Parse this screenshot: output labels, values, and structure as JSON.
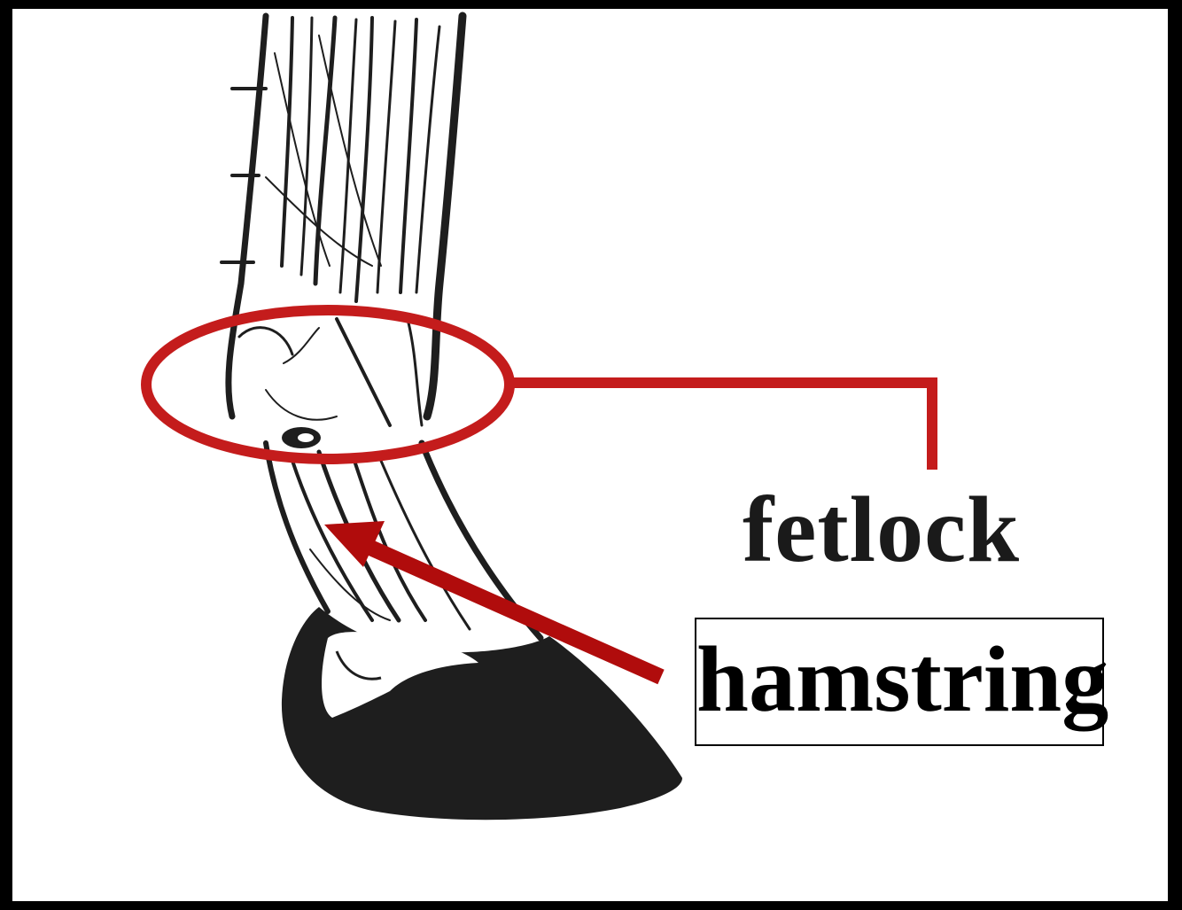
{
  "labels": {
    "fetlock": "fetlock",
    "hamstring": "hamstring"
  },
  "colors": {
    "highlight": "#c41c1c",
    "arrow": "#b00c0c",
    "ink": "#1e1e1e",
    "frame": "#000000"
  },
  "icons": {
    "illustration": "horse-lower-leg-drawing",
    "pointer": "red-arrow"
  }
}
